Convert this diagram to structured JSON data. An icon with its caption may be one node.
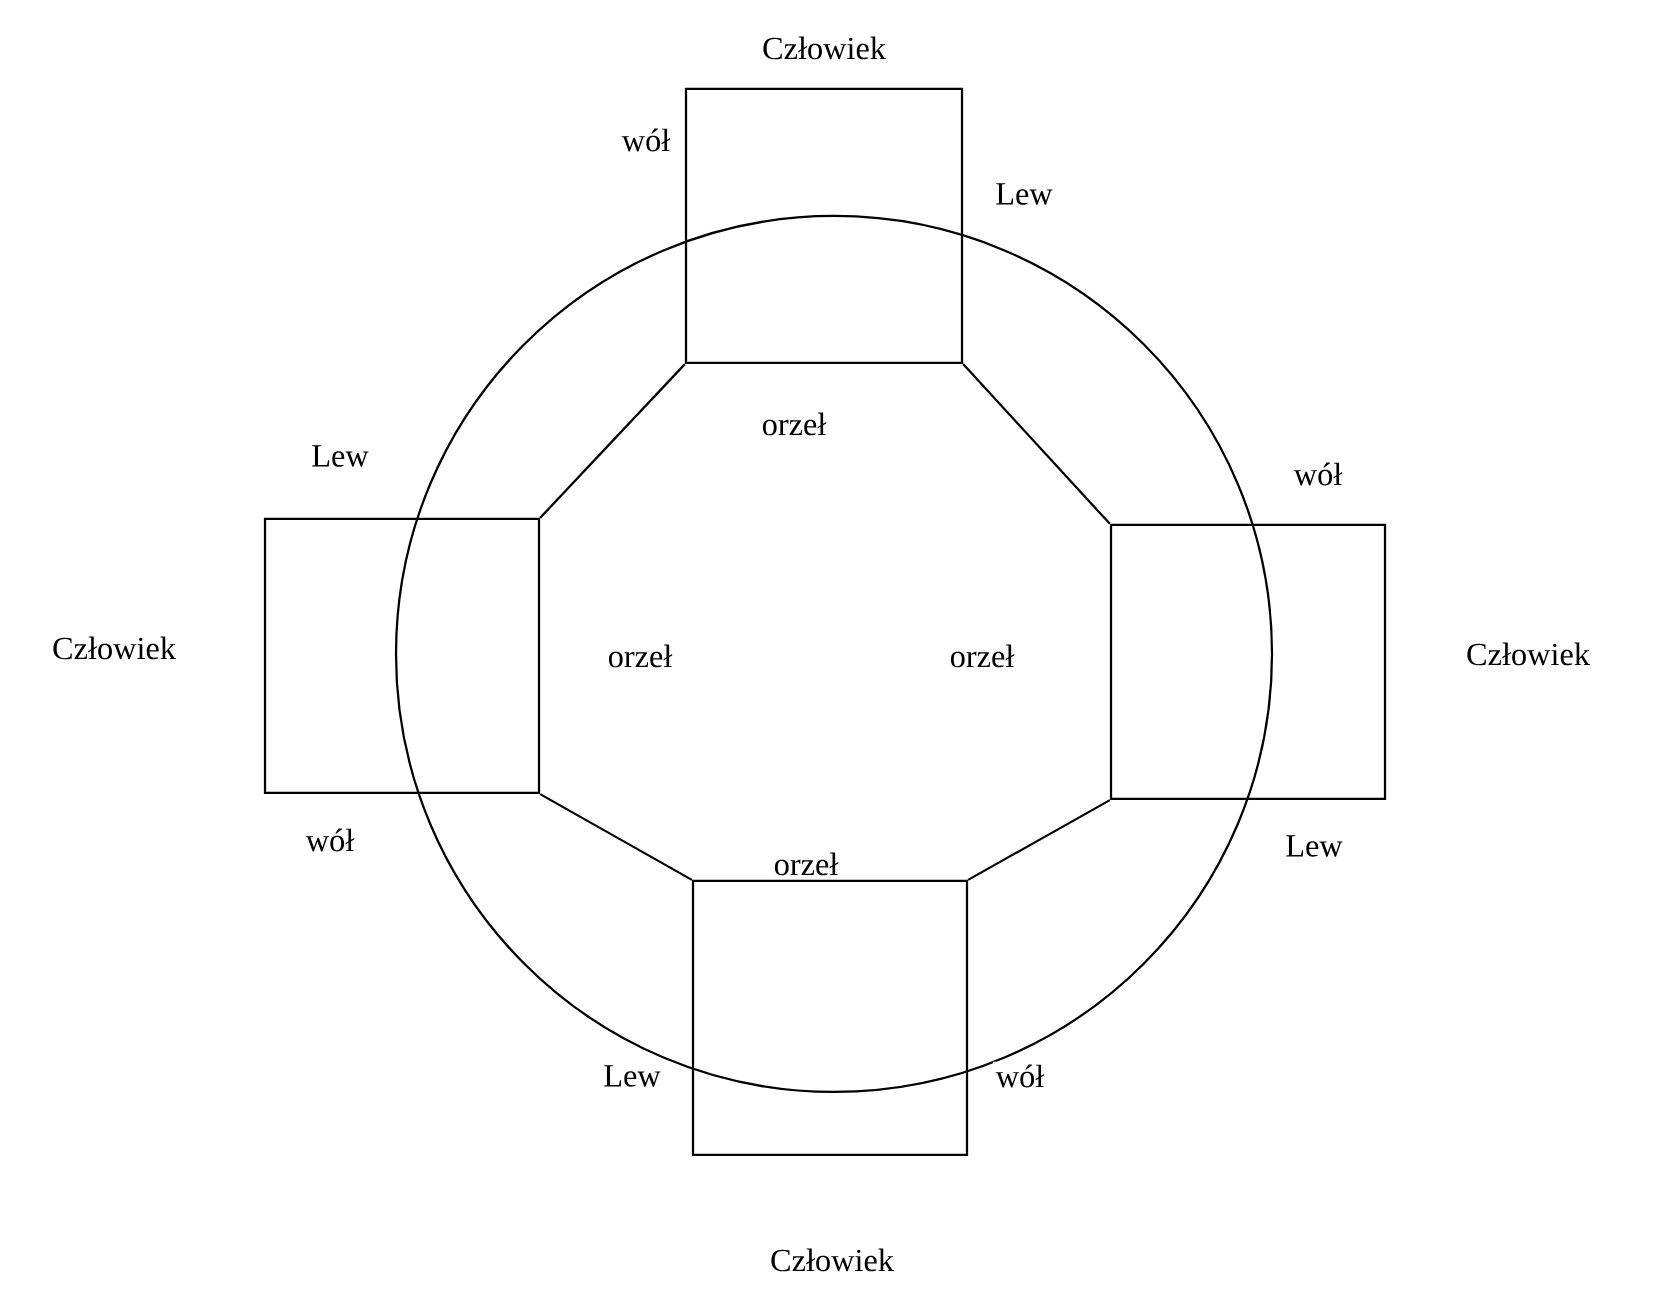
{
  "diagram": {
    "nodes": [
      {
        "text": [
          "Człowiek"
        ]
      },
      {
        "text": [
          "Człowiek"
        ]
      },
      {
        "text": [
          "Człowiek"
        ]
      },
      {
        "text": [
          "Człowiek"
        ]
      }
    ],
    "edges": [
      {
        "from": 0,
        "to": 1,
        "arrow": "none"
      },
      {
        "from": 0,
        "to": 2,
        "arrow": "none"
      },
      {
        "from": 1,
        "to": 3,
        "arrow": "none"
      },
      {
        "from": 2,
        "to": 3,
        "arrow": "none"
      }
    ],
    "labels": [
      "wół",
      "Lew",
      "orzeł",
      "Lew",
      "wół",
      "orzeł",
      "orzeł",
      "wół",
      "Lew",
      "orzeł",
      "Lew",
      "wół"
    ]
  }
}
